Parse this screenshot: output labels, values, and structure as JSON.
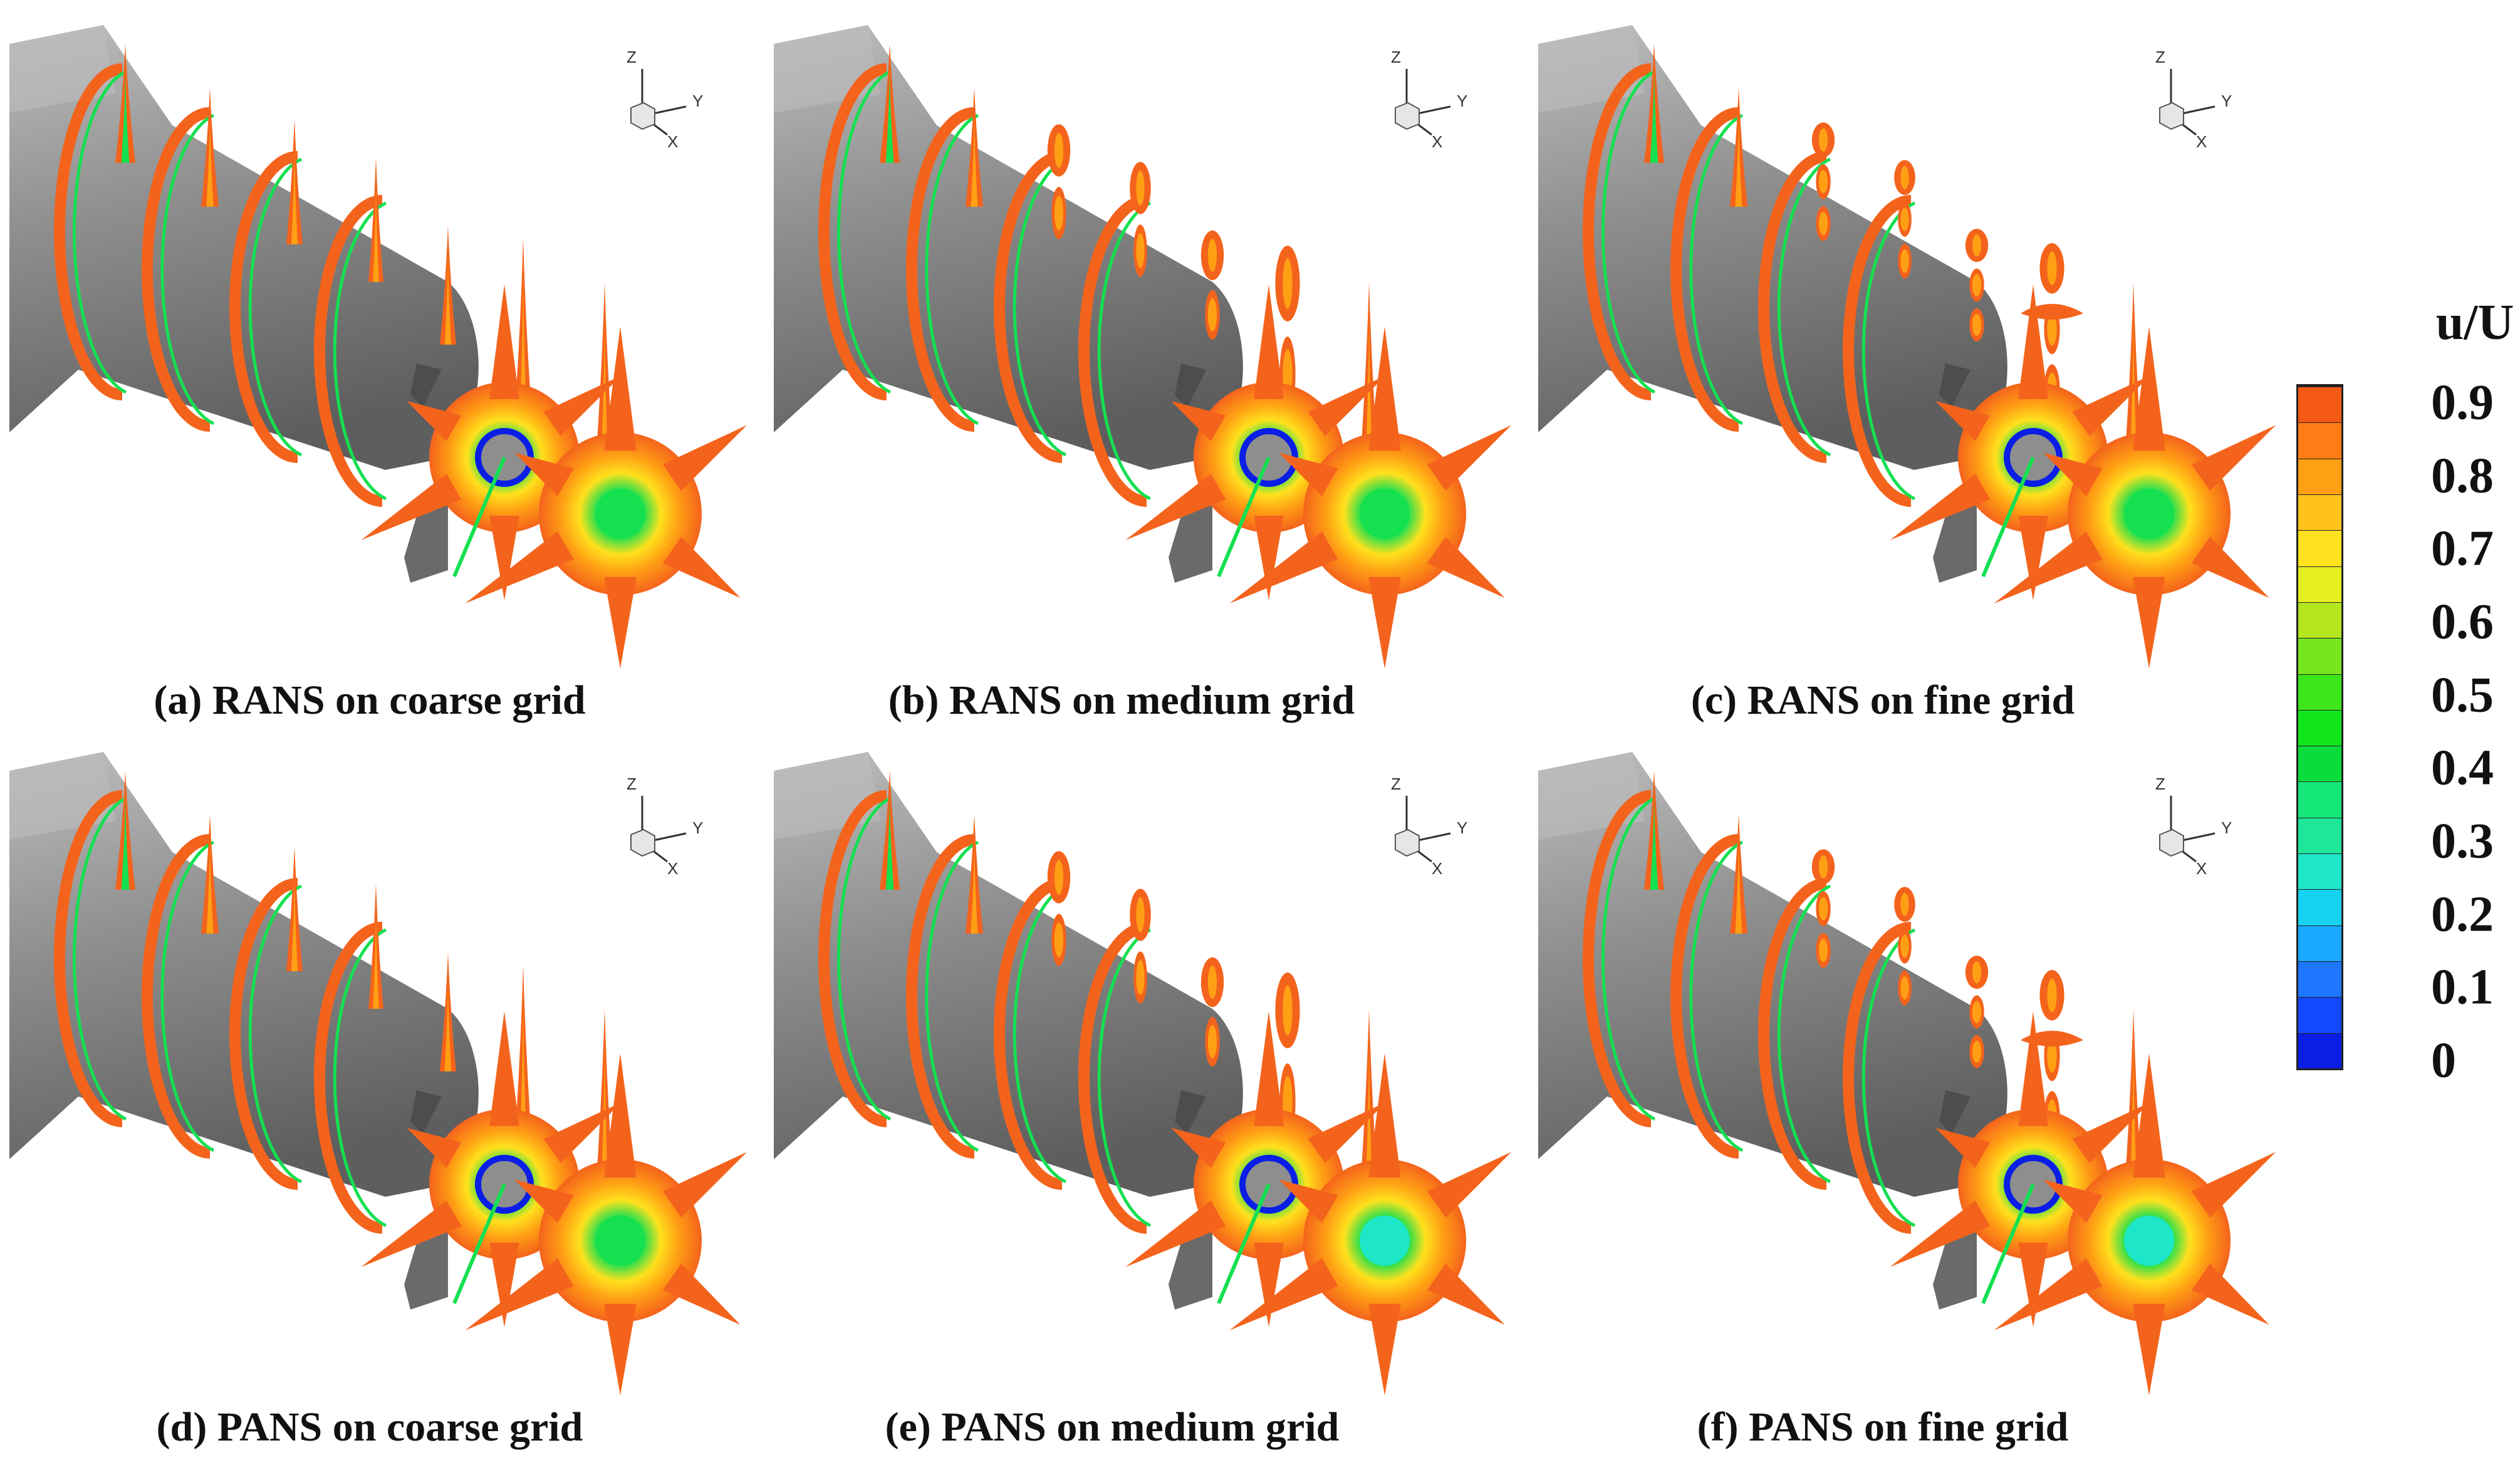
{
  "panels": [
    {
      "id": "a",
      "caption": "(a) RANS on coarse grid",
      "method": "RANS",
      "grid": "coarse"
    },
    {
      "id": "b",
      "caption": "(b) RANS on medium grid",
      "method": "RANS",
      "grid": "medium"
    },
    {
      "id": "c",
      "caption": "(c) RANS on fine grid",
      "method": "RANS",
      "grid": "fine"
    },
    {
      "id": "d",
      "caption": "(d) PANS on coarse grid",
      "method": "PANS",
      "grid": "coarse"
    },
    {
      "id": "e",
      "caption": "(e) PANS on medium grid",
      "method": "PANS",
      "grid": "medium"
    },
    {
      "id": "f",
      "caption": "(f) PANS on fine grid",
      "method": "PANS",
      "grid": "fine"
    }
  ],
  "axis_triad": {
    "z": "Z",
    "y": "Y",
    "x": "X"
  },
  "colorbar": {
    "title": "u/U",
    "ticks": [
      "0.9",
      "0.8",
      "0.7",
      "0.6",
      "0.5",
      "0.4",
      "0.3",
      "0.2",
      "0.1",
      "0"
    ],
    "min": 0,
    "max": 0.95,
    "colors": [
      "#0a1ee6",
      "#1448ff",
      "#1e78ff",
      "#1aa8ff",
      "#16d2f0",
      "#1ee6c8",
      "#1ee69a",
      "#14e678",
      "#0adc3c",
      "#14e61e",
      "#3ce61a",
      "#78e61e",
      "#b4e61e",
      "#e6f01e",
      "#ffe11e",
      "#ffc31a",
      "#ffa014",
      "#ff7d14",
      "#f55a14"
    ]
  },
  "colors": {
    "hull": "#8e8e8e",
    "hull_light": "#bdbdbd",
    "hull_dark": "#5e5e5e",
    "wake_outer": "#f4631c",
    "wake_mid": "#ffa014",
    "wake_yellow": "#ffe11e",
    "wake_green": "#14e050",
    "wake_cyan": "#1ee6c8",
    "wake_blue": "#0a1ee6"
  }
}
